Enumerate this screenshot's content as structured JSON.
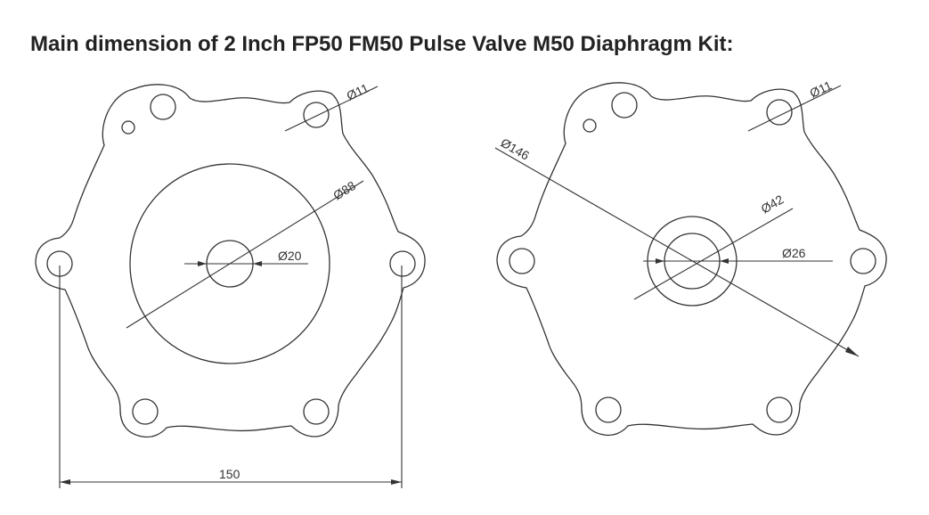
{
  "title": "Main dimension of 2 Inch FP50 FM50 Pulse Valve M50 Diaphragm Kit:",
  "left_drawing": {
    "hole_dim": "Ø11",
    "outer_dim": "Ø88",
    "inner_dim": "Ø20",
    "span_dim": "150"
  },
  "right_drawing": {
    "hole_dim": "Ø11",
    "overall_dim": "Ø146",
    "outer_dim": "Ø42",
    "inner_dim": "Ø26"
  }
}
